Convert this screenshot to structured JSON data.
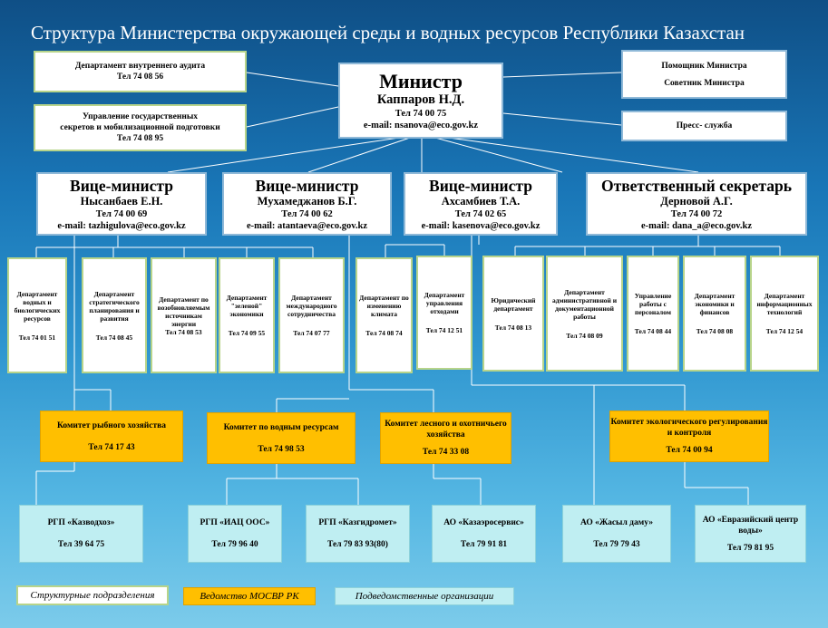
{
  "title": "Структура Министерства окружающей среды и водных ресурсов Республики Казахстан",
  "top": {
    "audit": {
      "name": "Департамент внутреннего аудита",
      "tel": "Тел 74 08 56"
    },
    "secrets": {
      "line1": "Управление государственных",
      "line2": "секретов и мобилизационной подготовки",
      "tel": "Тел 74 08 95"
    },
    "minister": {
      "role": "Министр",
      "name": "Каппаров Н.Д.",
      "tel": "Тел 74 00 75",
      "email": "e-mail: nsanova@eco.gov.kz"
    },
    "assistant": {
      "line1": "Помощник  Министра",
      "line2": "Советник Министра"
    },
    "press": "Пресс- служба"
  },
  "vice": [
    {
      "role": "Вице-министр",
      "name": "Нысанбаев Е.Н.",
      "tel": "Тел 74 00 69",
      "email": "e-mail: tazhigulova@eco.gov.kz"
    },
    {
      "role": "Вице-министр",
      "name": "Мухамеджанов  Б.Г.",
      "tel": "Тел 74 00 62",
      "email": "e-mail: atantaeva@eco.gov.kz"
    },
    {
      "role": "Вице-министр",
      "name": "Ахсамбиев  Т.А.",
      "tel": "Тел 74 02 65",
      "email": "e-mail: kasenova@eco.gov.kz"
    },
    {
      "role": "Ответственный секретарь",
      "name": "Дерновой А.Г.",
      "tel": "Тел 74 00 72",
      "email": "e-mail: dana_a@eco.gov.kz"
    }
  ],
  "departments": [
    {
      "name": "Департамент водных и биологических ресурсов",
      "tel": "Тел 74 01 51"
    },
    {
      "name": "Департамент стратегического планирования и развития",
      "tel": "Тел  74 08 45"
    },
    {
      "name": "Департамент по возобновляемым источникам энергии",
      "tel": "Тел 74 08 53"
    },
    {
      "name": "Департамент \"зеленой\" экономики",
      "tel": "Тел 74 09 55"
    },
    {
      "name": "Департамент международного сотрудничества",
      "tel": "Тел 74 07 77"
    },
    {
      "name": "Департамент по изменению климата",
      "tel": "Тел 74 08 74"
    },
    {
      "name": "Департамент управления отходами",
      "tel": "Тел  74 12 51"
    },
    {
      "name": "Юридический департамент",
      "tel": "Тел 74 08 13"
    },
    {
      "name": "Департамент административной и документационной работы",
      "tel": "Тел 74 08 09"
    },
    {
      "name": "Управление работы с персоналом",
      "tel": "Тел 74 08 44"
    },
    {
      "name": "Департамент экономики и финансов",
      "tel": "Тел 74 08 08"
    },
    {
      "name": "Департамент информационных технологий",
      "tel": "Тел 74 12 54"
    }
  ],
  "committees": [
    {
      "name": "Комитет  рыбного  хозяйства",
      "tel": "Тел 74 17 43"
    },
    {
      "name": "Комитет по водным ресурсам",
      "tel": "Тел 74 98 53"
    },
    {
      "name": "Комитет лесного и охотничьего  хозяйства",
      "tel": "Тел 74 33 08"
    },
    {
      "name": "Комитет  экологического регулирования  и контроля",
      "tel": "Тел 74 00 94"
    }
  ],
  "orgs": [
    {
      "name": "РГП «Казводхоз»",
      "tel": "Тел  39 64 75"
    },
    {
      "name": "РГП «ИАЦ ООС»",
      "tel": "Тел 79 96 40"
    },
    {
      "name": "РГП «Казгидромет»",
      "tel": "Тел  79 83 93(80)"
    },
    {
      "name": "АО «Казаэросервис»",
      "tel": "Тел 79 91 81"
    },
    {
      "name": "АО «Жасыл даму»",
      "tel": "Тел 79 79 43"
    },
    {
      "name": "АО «Евразийский центр воды»",
      "tel": "Тел  79 81 95"
    }
  ],
  "legend": {
    "structural": "Структурные подразделения",
    "agency": "Ведомство МОСВР РК",
    "subordinate": "Подведомственные организации"
  },
  "colors": {
    "committee": "#ffbf00",
    "org": "#bfeef2",
    "unit_border": "#b7d48a",
    "box_border": "#8fb9d8"
  }
}
